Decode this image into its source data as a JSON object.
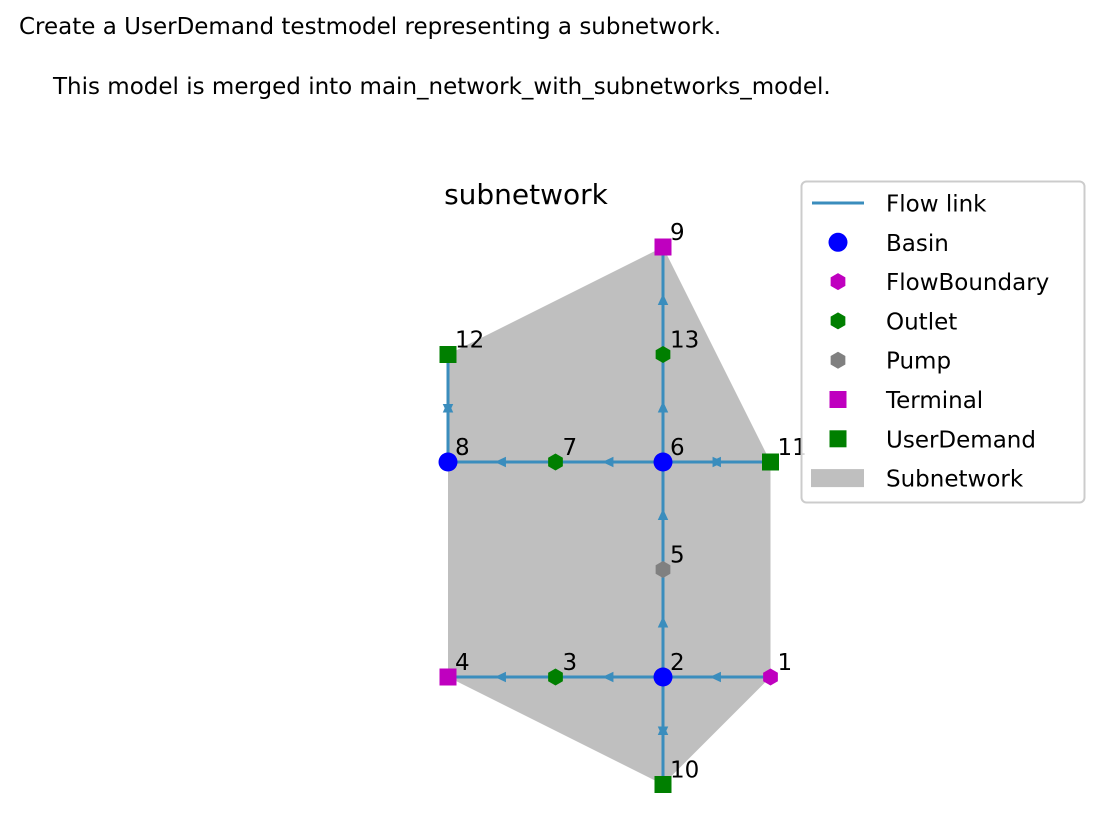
{
  "description": {
    "line1": "Create a UserDemand testmodel representing a subnetwork.",
    "line2": "This model is merged into main_network_with_subnetworks_model."
  },
  "diagram": {
    "title": "subnetwork",
    "colors": {
      "link": "#3a8dbd",
      "basin": "#0000ff",
      "flow_boundary": "#bf00bf",
      "outlet": "#007f00",
      "pump": "#808080",
      "terminal": "#bf00bf",
      "user_demand": "#007f00",
      "subnetwork": "#bfbfbf"
    },
    "nodes": [
      {
        "id": "1",
        "type": "FlowBoundary"
      },
      {
        "id": "2",
        "type": "Basin"
      },
      {
        "id": "3",
        "type": "Outlet"
      },
      {
        "id": "4",
        "type": "Terminal"
      },
      {
        "id": "5",
        "type": "Pump"
      },
      {
        "id": "6",
        "type": "Basin"
      },
      {
        "id": "7",
        "type": "Outlet"
      },
      {
        "id": "8",
        "type": "Basin"
      },
      {
        "id": "9",
        "type": "Terminal"
      },
      {
        "id": "10",
        "type": "UserDemand"
      },
      {
        "id": "11",
        "type": "UserDemand"
      },
      {
        "id": "12",
        "type": "UserDemand"
      },
      {
        "id": "13",
        "type": "Outlet"
      }
    ],
    "links": [
      {
        "from": "1",
        "to": "2"
      },
      {
        "from": "2",
        "to": "3"
      },
      {
        "from": "3",
        "to": "4"
      },
      {
        "from": "2",
        "to": "5"
      },
      {
        "from": "5",
        "to": "6"
      },
      {
        "from": "6",
        "to": "7"
      },
      {
        "from": "7",
        "to": "8"
      },
      {
        "from": "6",
        "to": "13"
      },
      {
        "from": "13",
        "to": "9"
      },
      {
        "from": "2",
        "to": "10"
      },
      {
        "from": "10",
        "to": "2"
      },
      {
        "from": "6",
        "to": "11"
      },
      {
        "from": "11",
        "to": "6"
      },
      {
        "from": "8",
        "to": "12"
      },
      {
        "from": "12",
        "to": "8"
      }
    ],
    "legend": {
      "placement": "top-right",
      "items": [
        {
          "label": "Flow link",
          "marker": "line"
        },
        {
          "label": "Basin",
          "marker": "circle",
          "color_key": "basin"
        },
        {
          "label": "FlowBoundary",
          "marker": "hexagon",
          "color_key": "flow_boundary"
        },
        {
          "label": "Outlet",
          "marker": "hexagon",
          "color_key": "outlet"
        },
        {
          "label": "Pump",
          "marker": "hexagon",
          "color_key": "pump"
        },
        {
          "label": "Terminal",
          "marker": "square",
          "color_key": "terminal"
        },
        {
          "label": "UserDemand",
          "marker": "square",
          "color_key": "user_demand"
        },
        {
          "label": "Subnetwork",
          "marker": "patch",
          "color_key": "subnetwork"
        }
      ]
    }
  }
}
